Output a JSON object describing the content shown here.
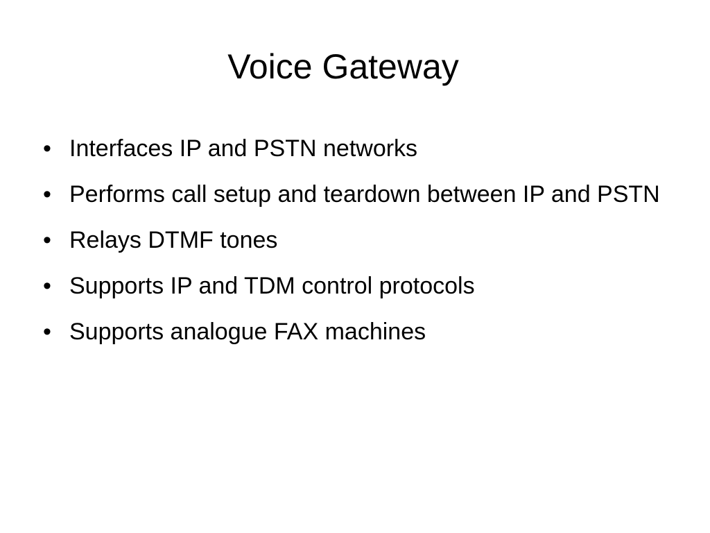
{
  "slide": {
    "title": "Voice Gateway",
    "bullet_symbol": "•",
    "bullets": [
      "Interfaces IP and PSTN networks",
      "Performs call setup and teardown between IP and PSTN",
      "Relays DTMF tones",
      "Supports IP and TDM control protocols",
      "Supports analogue FAX machines"
    ]
  }
}
